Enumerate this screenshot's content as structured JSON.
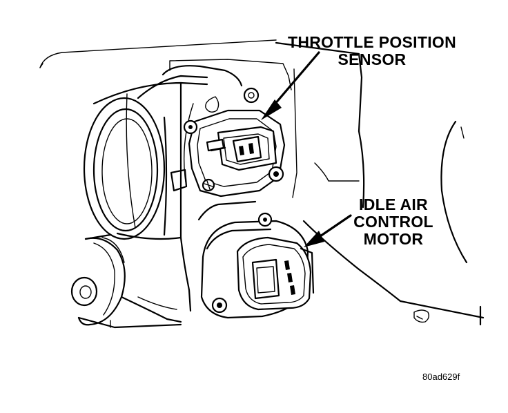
{
  "labels": {
    "throttle_position_sensor": {
      "line1": "THROTTLE POSITION",
      "line2": "SENSOR"
    },
    "idle_air_control_motor": {
      "line1": "IDLE AIR",
      "line2": "CONTROL",
      "line3": "MOTOR"
    }
  },
  "figure_code": "80ad629f",
  "colors": {
    "ink": "#000000",
    "paper": "#ffffff"
  }
}
